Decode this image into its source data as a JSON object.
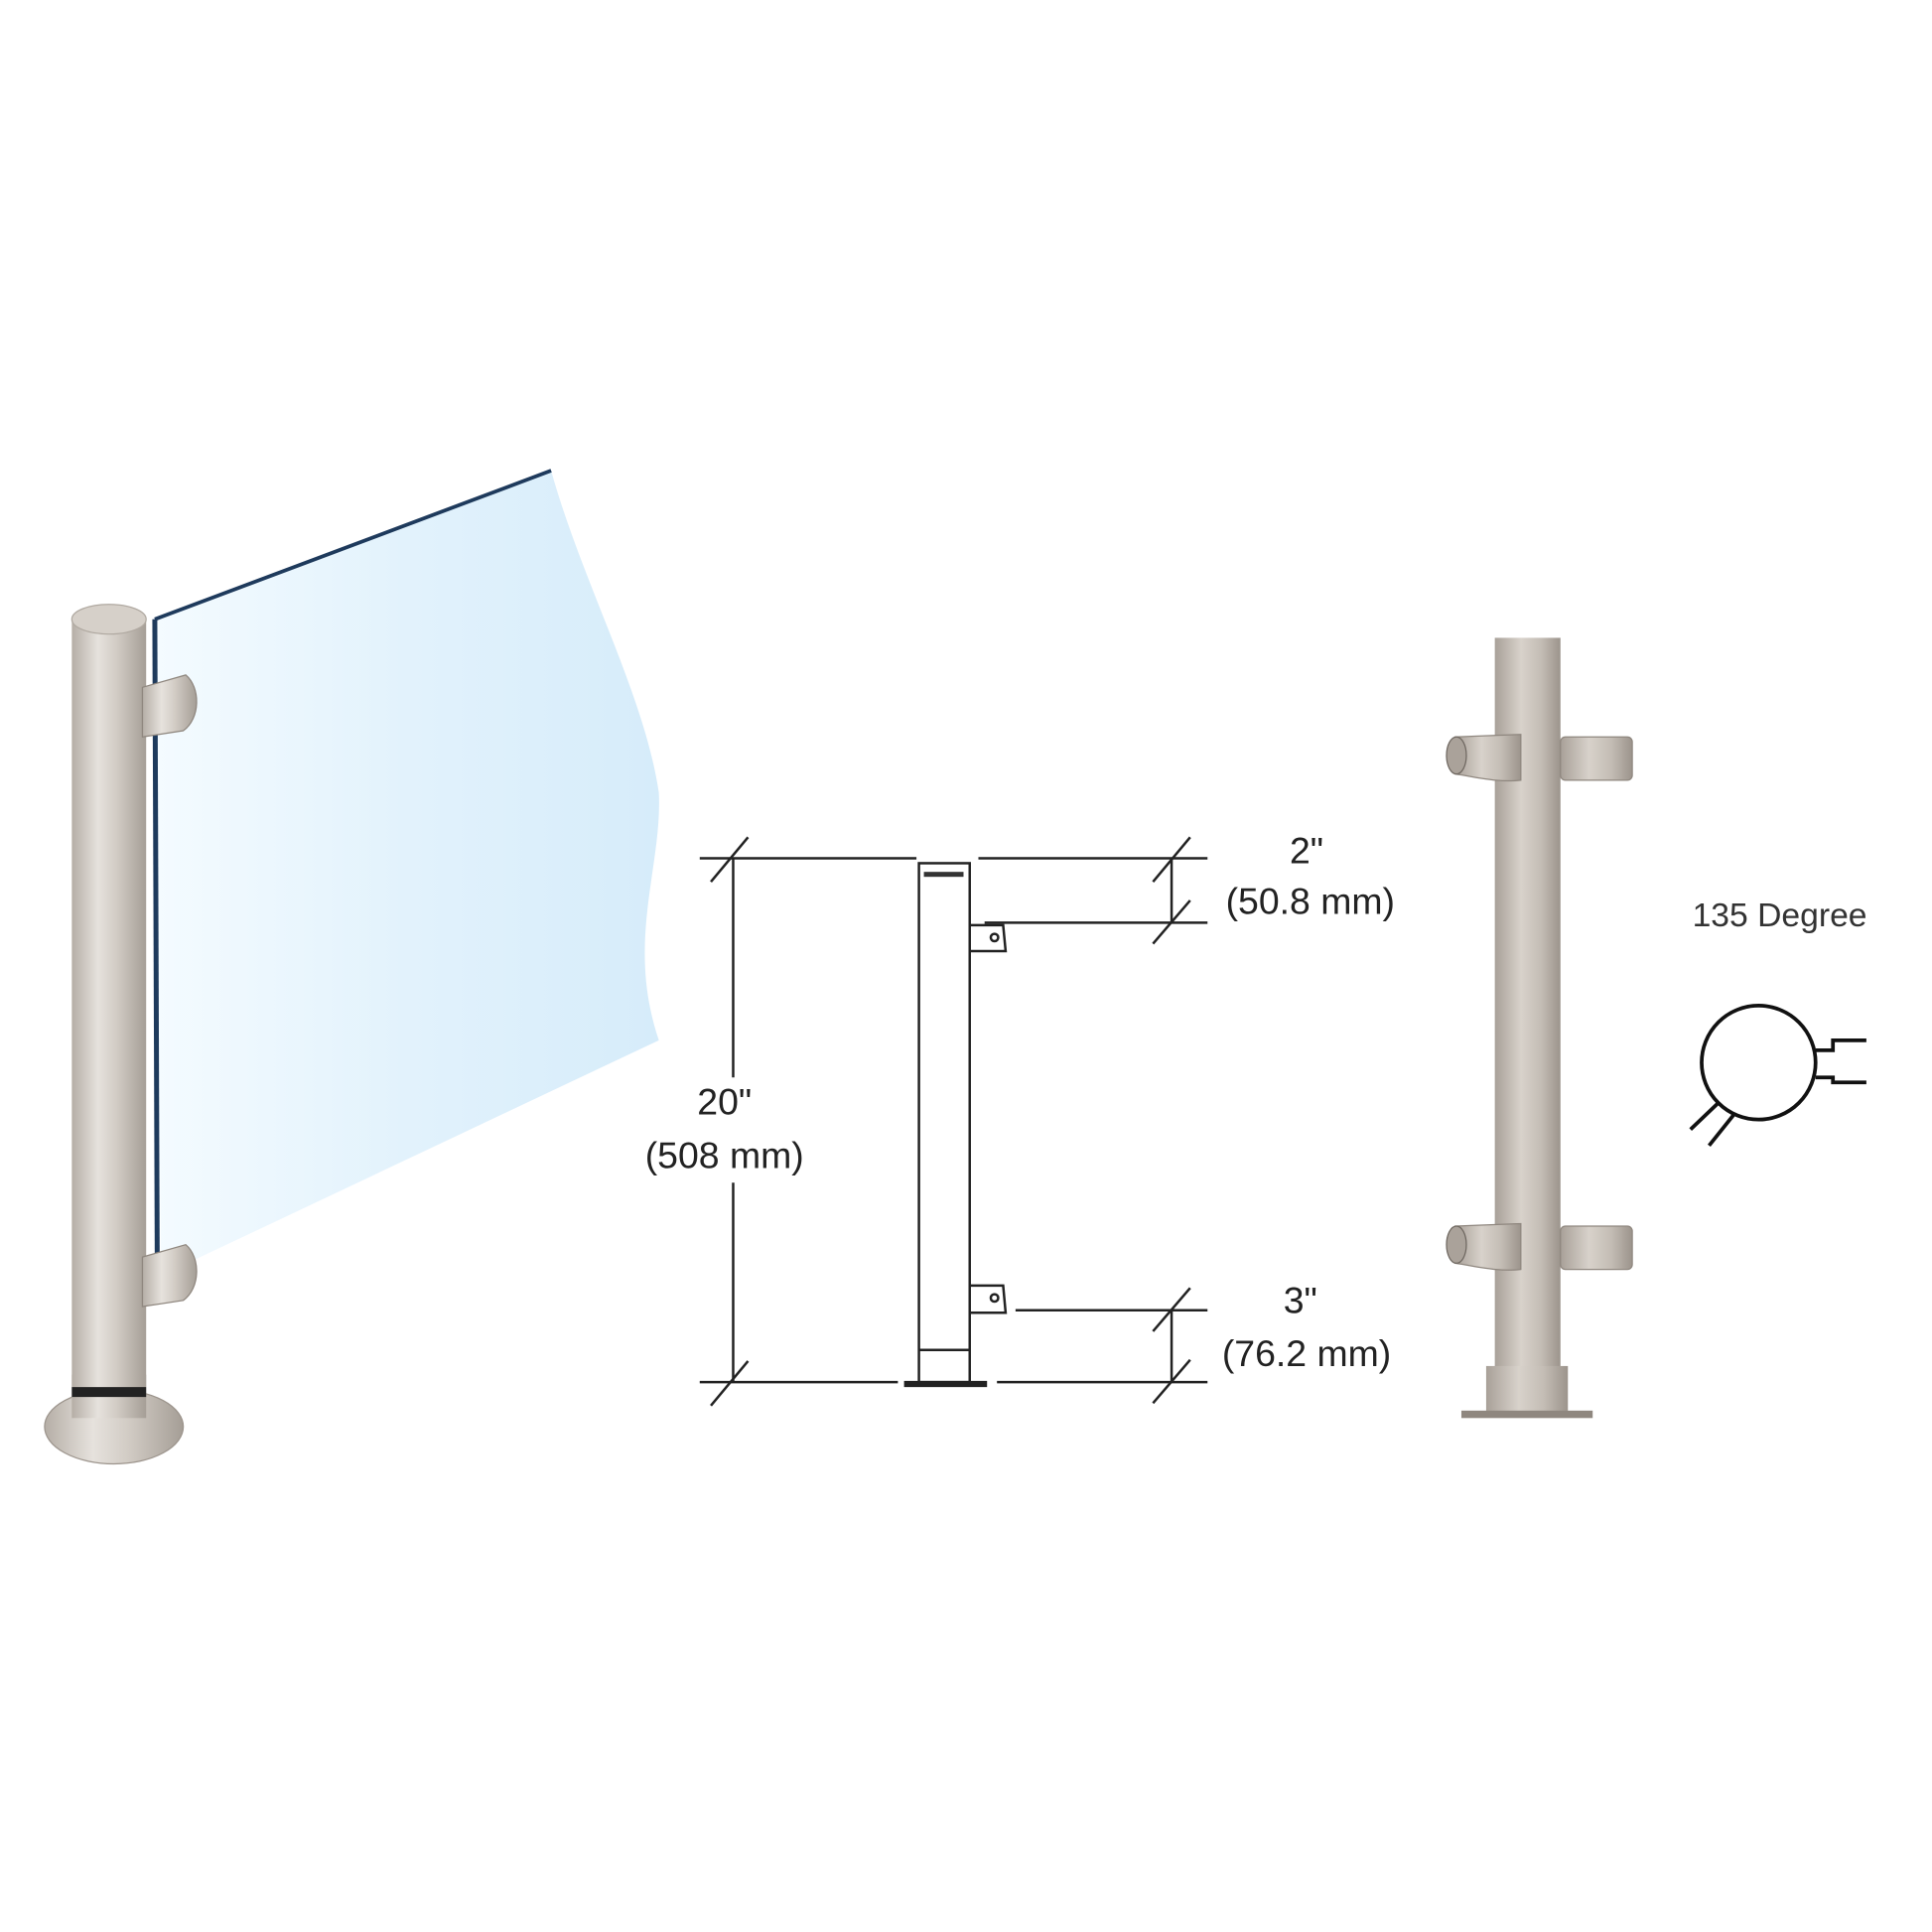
{
  "drawing": {
    "overall_height": {
      "imperial": "20\"",
      "metric": "(508 mm)"
    },
    "top_offset": {
      "imperial": "2\"",
      "metric": "(50.8 mm)"
    },
    "bottom_offset": {
      "imperial": "3\"",
      "metric": "(76.2 mm)"
    }
  },
  "angle_label": "135 Degree",
  "colors": {
    "glass": "#dff0fb",
    "glass_edge": "#1e3a5c",
    "steel": "#c9c2bb",
    "line": "#222222"
  }
}
